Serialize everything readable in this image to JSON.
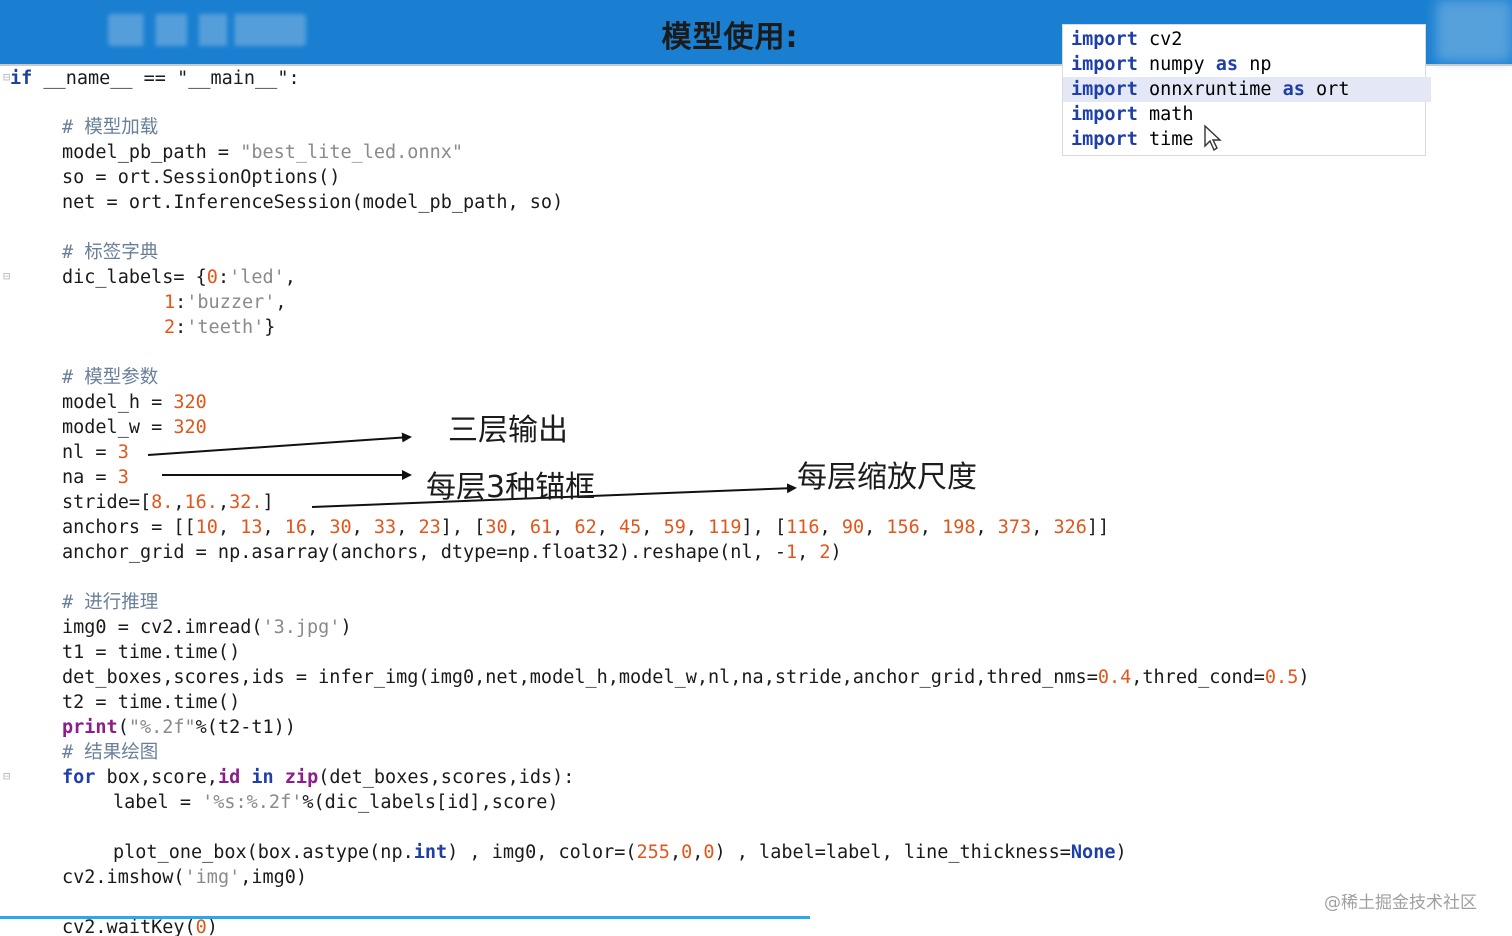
{
  "header": {
    "title": "模型使用:"
  },
  "imports": [
    {
      "kw": "import",
      "rest": " cv2"
    },
    {
      "kw": "import",
      "rest": " numpy ",
      "kw2": "as",
      "rest2": " np"
    },
    {
      "kw": "import",
      "rest": " onnxruntime ",
      "kw2": "as",
      "rest2": " ort"
    },
    {
      "kw": "import",
      "rest": " math"
    },
    {
      "kw": "import",
      "rest": " time"
    }
  ],
  "code": {
    "l1": {
      "kw": "if",
      "rest": " __name__ == \"__main__\":"
    },
    "c_load": "# 模型加载",
    "model_pb_path": {
      "pre": "model_pb_path = ",
      "str": "\"best_lite_led.onnx\""
    },
    "so": "so = ort.SessionOptions()",
    "net": "net = ort.InferenceSession(model_pb_path, so)",
    "c_labels": "# 标签字典",
    "dic1": {
      "pre": "dic_labels= {",
      "n": "0",
      "mid": ":",
      "s": "'led'",
      "post": ","
    },
    "dic2": {
      "n": "1",
      "mid": ":",
      "s": "'buzzer'",
      "post": ","
    },
    "dic3": {
      "n": "2",
      "mid": ":",
      "s": "'teeth'",
      "post": "}"
    },
    "c_params": "# 模型参数",
    "model_h": {
      "pre": "model_h = ",
      "n": "320"
    },
    "model_w": {
      "pre": "model_w = ",
      "n": "320"
    },
    "nl": {
      "pre": "nl = ",
      "n": "3"
    },
    "na": {
      "pre": "na = ",
      "n": "3"
    },
    "stride": {
      "a": "stride=[",
      "n1": "8.",
      "b": ",",
      "n2": "16.",
      "c": ",",
      "n3": "32.",
      "d": "]"
    },
    "anchors_pre": "anchors = [[",
    "anchors_g1": [
      "10",
      "13",
      "16",
      "30",
      "33",
      "23"
    ],
    "anchors_g2": [
      "30",
      "61",
      "62",
      "45",
      "59",
      "119"
    ],
    "anchors_g3": [
      "116",
      "90",
      "156",
      "198",
      "373",
      "326"
    ],
    "anchor_grid": {
      "pre": "anchor_grid = np.asarray(anchors, dtype=np.float32).reshape(nl, -",
      "n1": "1",
      ", ": ", ",
      "n2": "2",
      "post": ")"
    },
    "c_infer": "# 进行推理",
    "img0": {
      "pre": "img0 = cv2.imread(",
      "s": "'3.jpg'",
      "post": ")"
    },
    "t1": "t1 = time.time()",
    "det": {
      "pre": "det_boxes,scores,ids = infer_img(img0,net,model_h,model_w,nl,na,stride,anchor_grid,thred_nms=",
      "n1": "0.4",
      "mid": ",thred_cond=",
      "n2": "0.5",
      "post": ")"
    },
    "t2": "t2 = time.time()",
    "print": {
      "kw": "print",
      "a": "(",
      "s": "\"%.2f\"",
      "post": "%(t2-t1))"
    },
    "c_draw": "# 结果绘图",
    "for": {
      "kw1": "for",
      "a": " box,score,",
      "kw2": "id",
      "b": " ",
      "kw3": "in",
      "c": " ",
      "kw4": "zip",
      "post": "(det_boxes,scores,ids):"
    },
    "label": {
      "pre": "label = ",
      "s": "'%s:%.2f'",
      "post": "%(dic_labels[id],score)"
    },
    "plot": {
      "pre": "plot_one_box(box.astype(np.",
      "kw": "int",
      ") , img0, color=(": ") , img0, color=(",
      "n1": "255",
      "c1": ",",
      "n2": "0",
      "c2": ",",
      "n3": "0",
      "mid": ") , label=label, line_thickness=",
      "kw2": "None",
      "post": ")"
    },
    "imshow": {
      "pre": "cv2.imshow(",
      "s": "'img'",
      "post": ",img0)"
    },
    "waitkey": {
      "pre": "cv2.waitKey(",
      "n": "0",
      "post": ")"
    }
  },
  "annotations": {
    "three_outputs": "三层输出",
    "three_anchors": "每层3种锚框",
    "scale": "每层缩放尺度"
  },
  "watermark": "@稀土掘金技术社区",
  "colors": {
    "header": "#1a7fd1",
    "keyword": "#1f3fa8",
    "number": "#e2561c",
    "string": "#8a8a8a",
    "progress": "#29a9ea"
  }
}
